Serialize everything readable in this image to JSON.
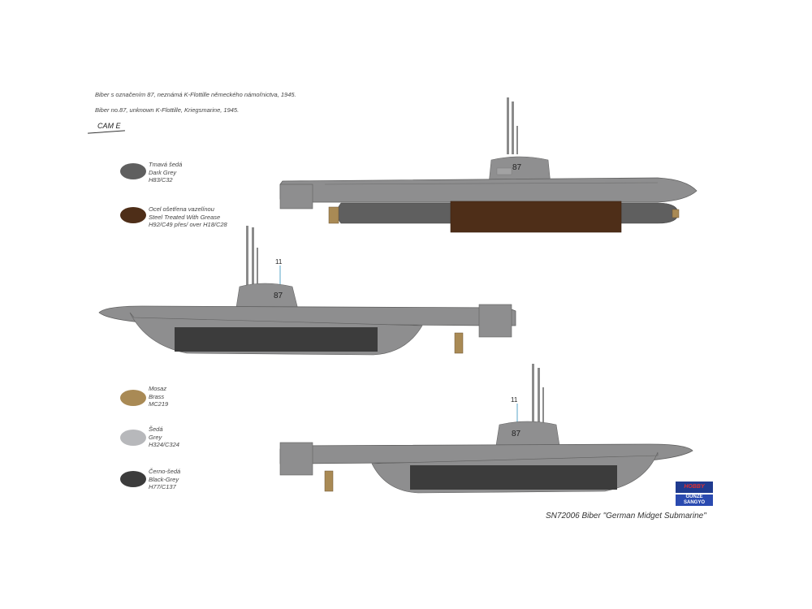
{
  "captions": {
    "czech": "Biber s označením 87, neznámá K-Flottille německého námořnictva, 1945.",
    "english": "Biber no.87, unknown K-Flottille, Kriegsmarine, 1945.",
    "cam": "CAM E"
  },
  "colors": [
    {
      "name_cz": "Tmavá šedá",
      "name_en": "Dark Grey",
      "code": "H83/C32",
      "hex": "#5f5f5f"
    },
    {
      "name_cz": "Ocel ošetřena vazelínou",
      "name_en": "Steel Treated With Grease",
      "code": "H92/C49 přes/ over H18/C28",
      "hex": "#4e2e18"
    },
    {
      "name_cz": "Mosaz",
      "name_en": "Brass",
      "code": "MC219",
      "hex": "#a98a55"
    },
    {
      "name_cz": "Šedá",
      "name_en": "Grey",
      "code": "H324/C324",
      "hex": "#b7b8bb"
    },
    {
      "name_cz": "Černo-šedá",
      "name_en": "Black-Grey",
      "code": "H77/C137",
      "hex": "#3c3c3c"
    }
  ],
  "markings": {
    "number": "87",
    "callout": "11"
  },
  "footer": {
    "product": "SN72006 Biber \"German Midget Submarine\"",
    "logo_hobby": "HOBBY",
    "logo_gunze_1": "GUNZE",
    "logo_gunze_2": "SANGYO"
  }
}
